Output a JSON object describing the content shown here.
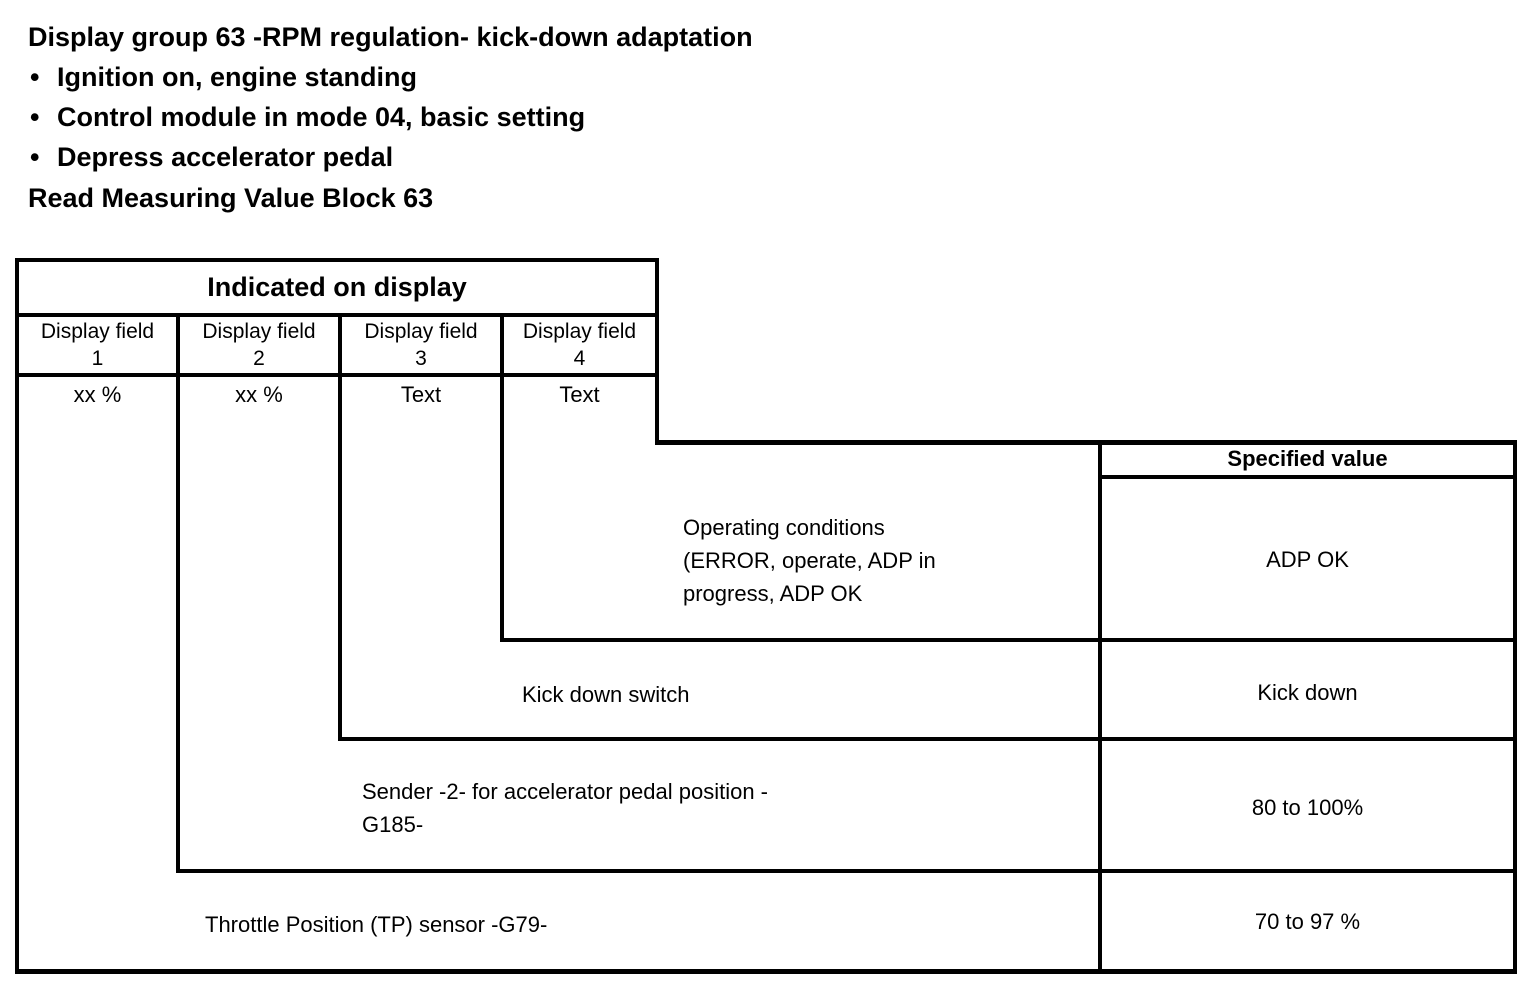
{
  "intro": {
    "title": "Display group 63 -RPM regulation- kick-down adaptation",
    "bullets": [
      "Ignition on, engine standing",
      "Control module in mode 04, basic setting",
      "Depress accelerator pedal"
    ],
    "footer": "Read Measuring Value Block 63"
  },
  "table": {
    "indicated_header": "Indicated on display",
    "display_fields": [
      {
        "label": "Display field",
        "number": "1",
        "value": "xx %"
      },
      {
        "label": "Display field",
        "number": "2",
        "value": "xx %"
      },
      {
        "label": "Display field",
        "number": "3",
        "value": "Text"
      },
      {
        "label": "Display field",
        "number": "4",
        "value": "Text"
      }
    ],
    "specified_value_header": "Specified value",
    "rows": [
      {
        "description": "Operating conditions\n(ERROR, operate, ADP in\nprogress, ADP OK",
        "specified_value": "ADP OK"
      },
      {
        "description": "Kick down switch",
        "specified_value": "Kick down"
      },
      {
        "description": "Sender -2- for accelerator pedal position -\nG185-",
        "specified_value": "80 to 100%"
      },
      {
        "description": "Throttle Position (TP) sensor -G79-",
        "specified_value": "70 to 97 %"
      }
    ]
  }
}
